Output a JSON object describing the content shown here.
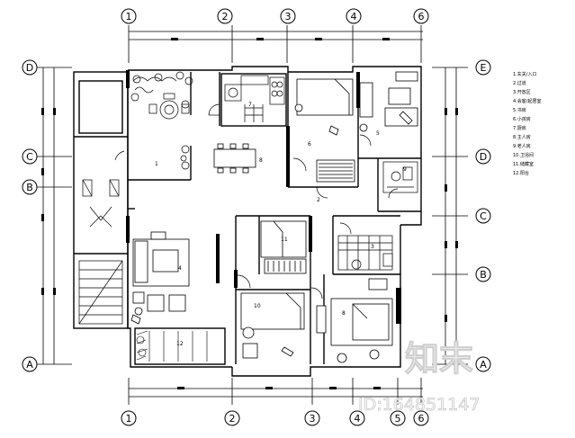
{
  "axes": {
    "top": [
      "1",
      "2",
      "3",
      "4",
      "6"
    ],
    "bottom": [
      "1",
      "2",
      "3",
      "4",
      "5",
      "6"
    ],
    "left": [
      "D",
      "C",
      "B",
      "A"
    ],
    "right": [
      "E",
      "D",
      "C",
      "B",
      "A"
    ]
  },
  "rooms": [
    {
      "id": "room-1",
      "label": "1"
    },
    {
      "id": "room-2",
      "label": "2"
    },
    {
      "id": "room-3",
      "label": "3"
    },
    {
      "id": "room-4",
      "label": "4"
    },
    {
      "id": "room-5",
      "label": "5"
    },
    {
      "id": "room-6",
      "label": "6"
    },
    {
      "id": "room-7",
      "label": "7"
    },
    {
      "id": "room-8",
      "label": "8"
    },
    {
      "id": "room-9",
      "label": "9"
    },
    {
      "id": "room-10",
      "label": "10"
    },
    {
      "id": "room-11",
      "label": "11"
    },
    {
      "id": "room-12",
      "label": "12"
    }
  ],
  "legend": [
    "1.玄关/入口",
    "2.过道",
    "3.开放区",
    "4.会客/起居室",
    "5.书房",
    "6.小孩房",
    "7.厨房",
    "8.主人房",
    "9.老人房",
    "10.卫浴间",
    "11.储藏室",
    "12.阳台"
  ],
  "watermark": {
    "logo": "知末",
    "id_text": "ID:164851147"
  }
}
